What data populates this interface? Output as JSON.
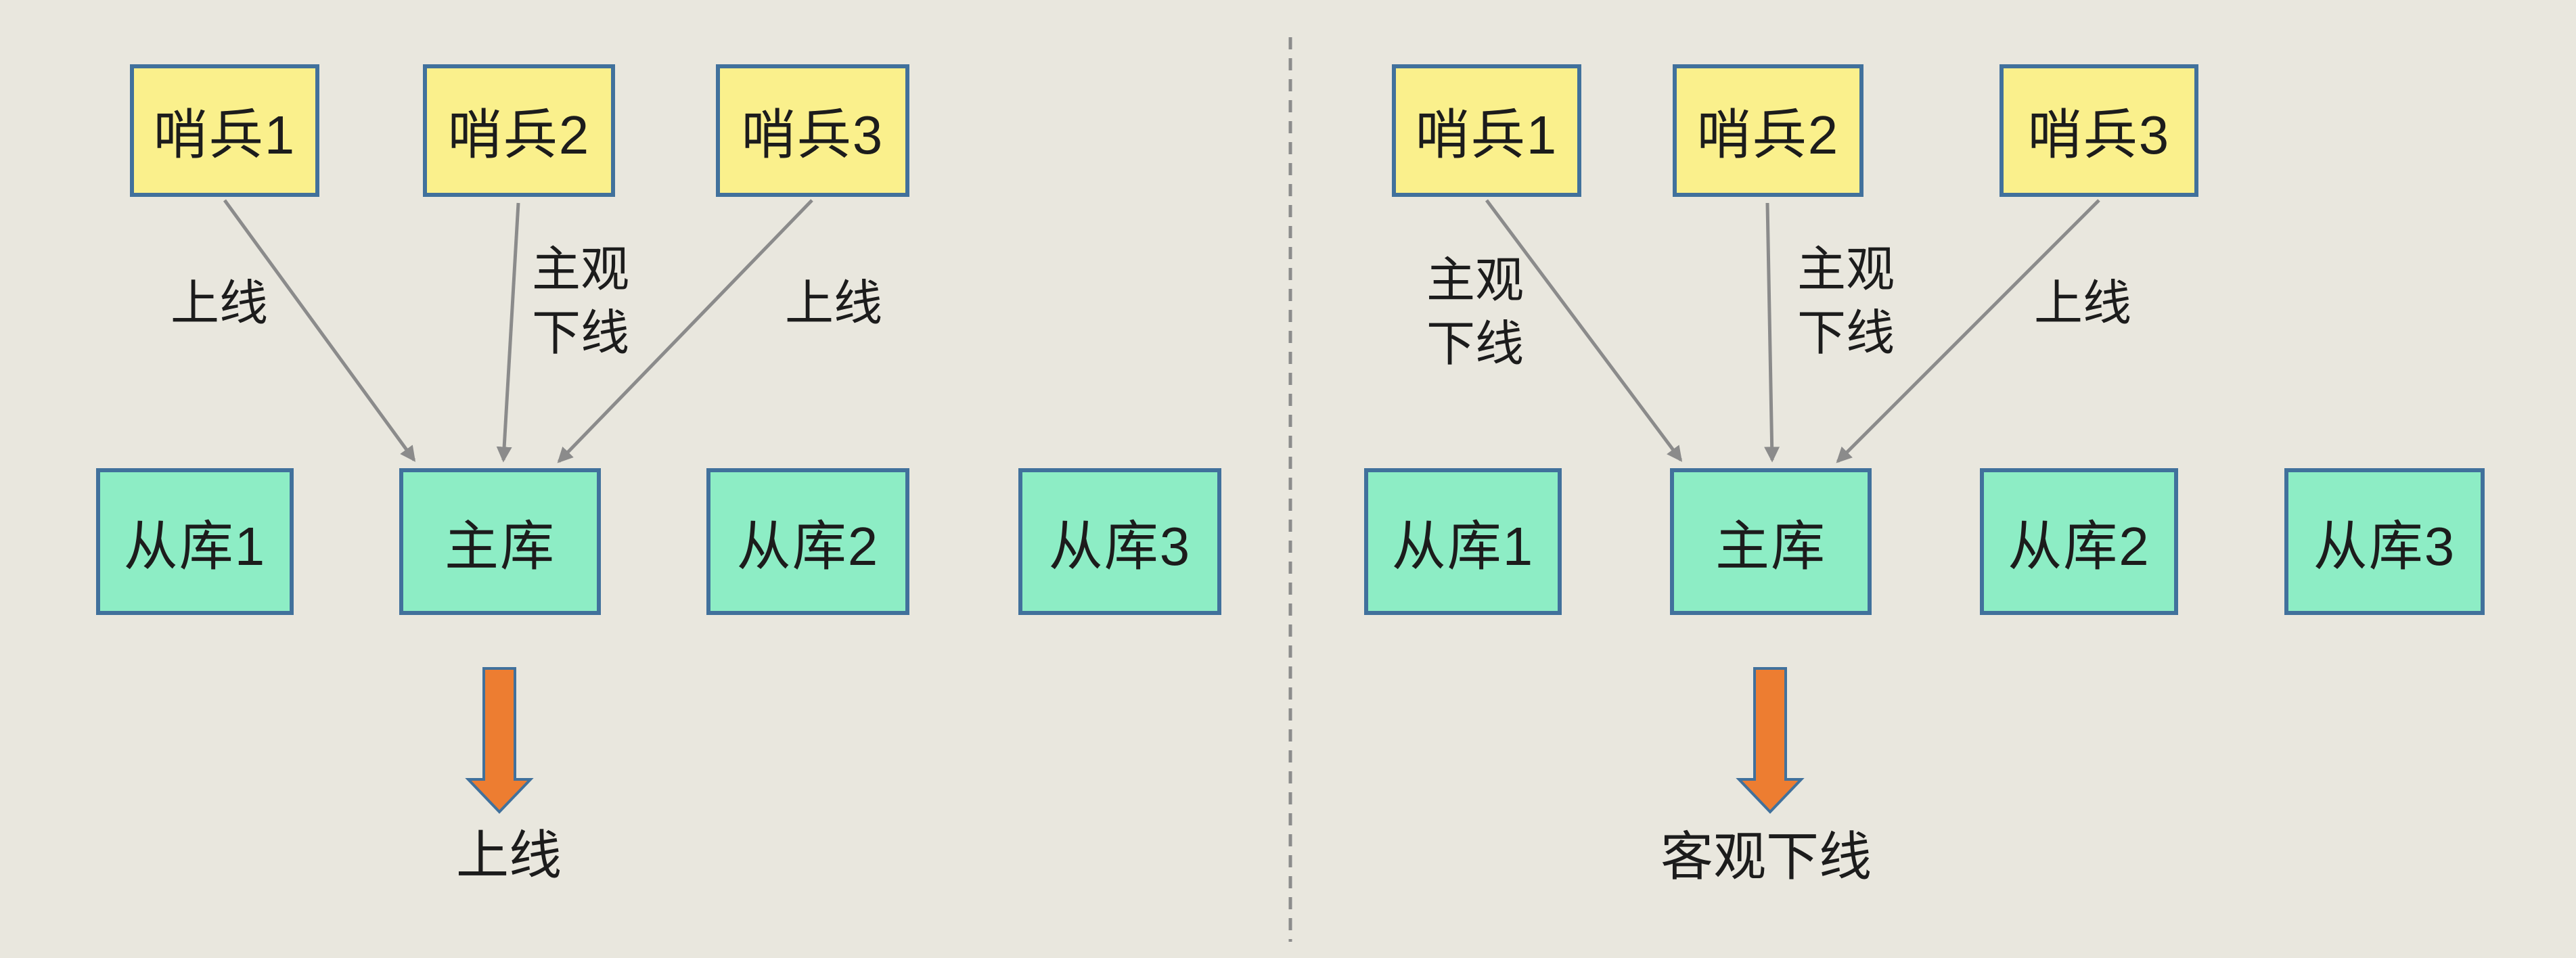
{
  "diagram": {
    "title": "redis-sentinel-online-offline-judgement",
    "colors": {
      "background": "#e9e7de",
      "sentinel_fill": "#faf08c",
      "database_fill": "#8dedc5",
      "box_border": "#41719c",
      "connector_gray": "#8b8b8b",
      "result_arrow_fill": "#ed7d31",
      "text": "#1c1c1c"
    },
    "left": {
      "sentinels": [
        "哨兵1",
        "哨兵2",
        "哨兵3"
      ],
      "edge_labels": [
        "上线",
        "主观\n下线",
        "上线"
      ],
      "databases": [
        "从库1",
        "主库",
        "从库2",
        "从库3"
      ],
      "result_label": "上线"
    },
    "right": {
      "sentinels": [
        "哨兵1",
        "哨兵2",
        "哨兵3"
      ],
      "edge_labels": [
        "主观\n下线",
        "主观\n下线",
        "上线"
      ],
      "databases": [
        "从库1",
        "主库",
        "从库2",
        "从库3"
      ],
      "result_label": "客观下线"
    }
  }
}
